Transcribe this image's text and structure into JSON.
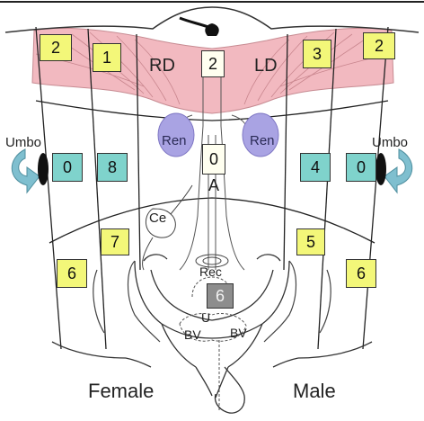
{
  "region_labels": {
    "right_diaphragm": "RD",
    "left_diaphragm": "LD",
    "right_kidney": "Ren",
    "left_kidney": "Ren",
    "umbilicus_left": "Umbo",
    "umbilicus_right": "Umbo",
    "cecum": "Ce",
    "aorta": "A",
    "rectum": "Rec",
    "uterus": "U",
    "bladder_left": "BV",
    "bladder_right": "BV"
  },
  "scores": {
    "far_left_top": "2",
    "left_top": "1",
    "center_top": "2",
    "right_top": "3",
    "far_right_top": "2",
    "umbo_left": "0",
    "left_mid": "8",
    "center_mid": "0",
    "right_mid": "4",
    "umbo_right": "0",
    "left_lower": "7",
    "right_lower": "5",
    "far_left_bottom": "6",
    "far_right_bottom": "6",
    "pelvis_center": "6"
  },
  "captions": {
    "female": "Female",
    "male": "Male"
  },
  "colors": {
    "score_yellow": "#f3f779",
    "score_cyan": "#7fd3cc",
    "score_gray": "#8d8d8d",
    "diaphragm_pink": "#f2b9c0",
    "kidney_purple": "#a9a3e3"
  }
}
